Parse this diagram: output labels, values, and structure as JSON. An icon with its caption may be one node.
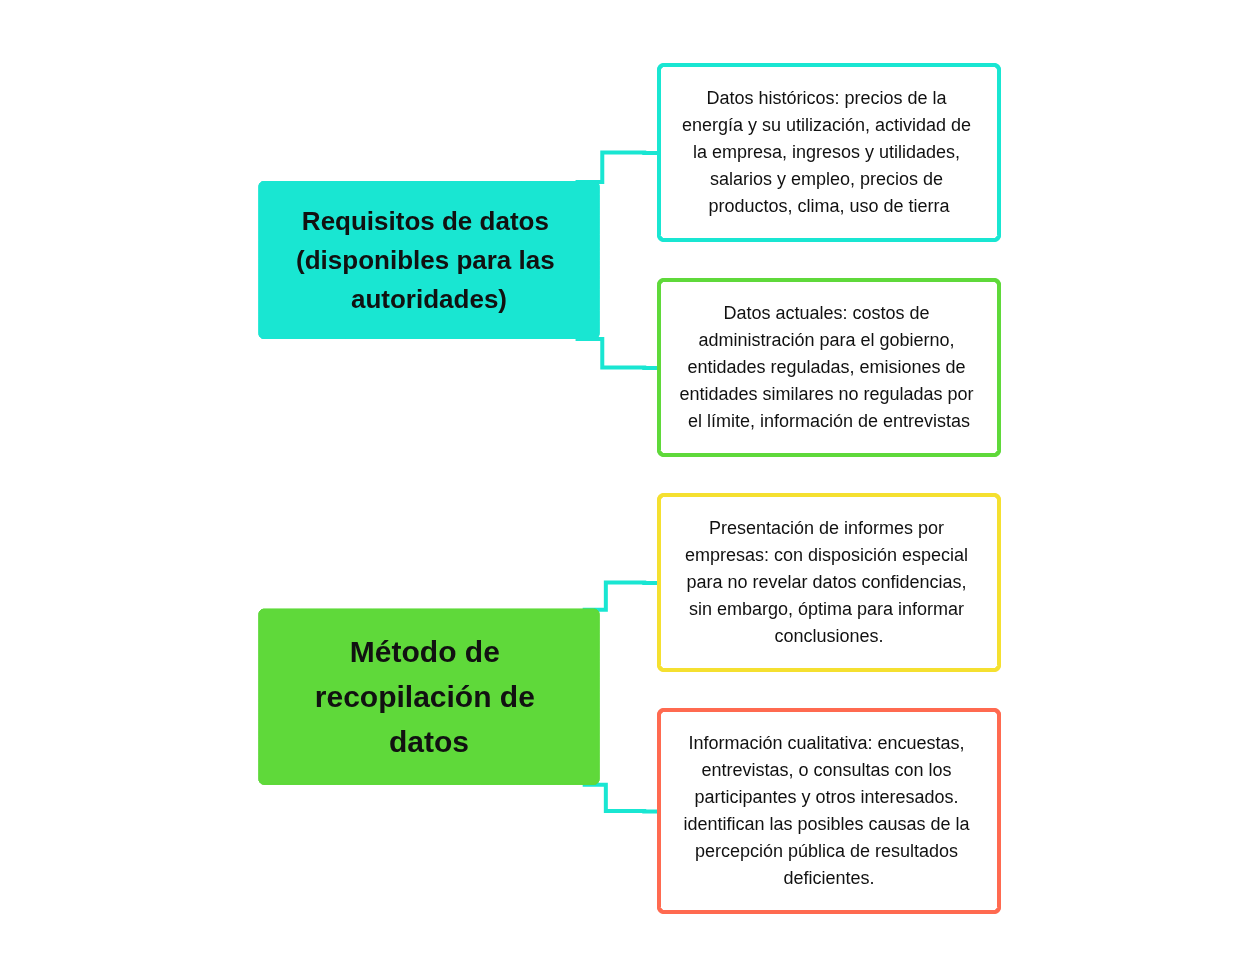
{
  "diagram": {
    "nodes": [
      {
        "text": [
          "Requisitos de datos (disponibles para las autoridades)"
        ]
      },
      {
        "text": [
          "Datos históricos: precios de la energía y su utilización, actividad de la empresa, ingresos y utilidades, salarios y empleo, precios de productos, clima, uso de tierra"
        ]
      },
      {
        "text": [
          "Datos actuales: costos de administración para el gobierno, entidades reguladas, emisiones de entidades similares no reguladas por el límite, información de entrevistas"
        ]
      },
      {
        "text": [
          "Método de recopilación de datos"
        ]
      },
      {
        "text": [
          "Presentación de informes por empresas: con disposición especial para no revelar datos confidencias, sin embargo, óptima para informar conclusiones."
        ]
      },
      {
        "text": [
          "Información cualitativa: encuestas, entrevistas, o consultas con los participantes y otros interesados. identifican las posibles causas de la percepción pública de resultados deficientes."
        ]
      }
    ],
    "edges": [
      {
        "from": 0,
        "to": 1,
        "arrow": "none"
      },
      {
        "from": 0,
        "to": 2,
        "arrow": "none"
      },
      {
        "from": 3,
        "to": 4,
        "arrow": "none"
      },
      {
        "from": 3,
        "to": 5,
        "arrow": "none"
      }
    ]
  }
}
